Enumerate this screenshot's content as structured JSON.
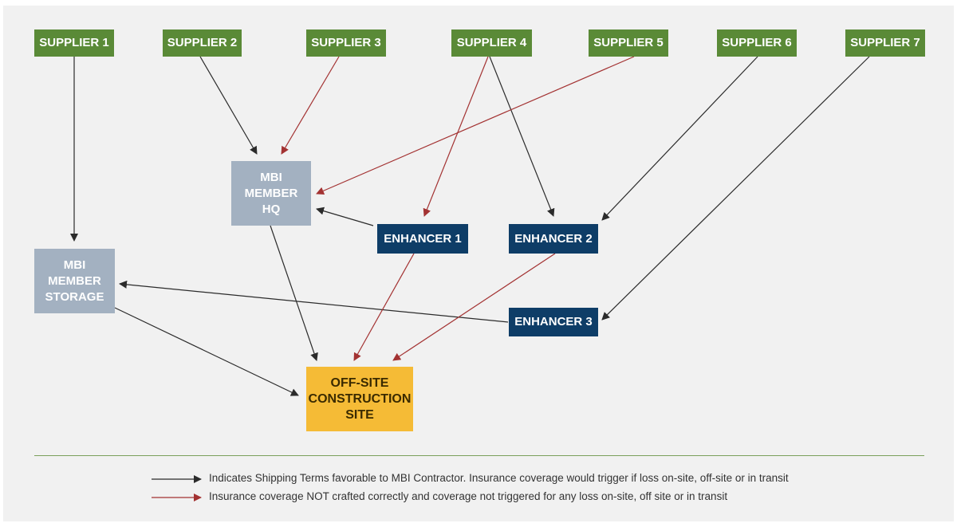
{
  "colors": {
    "supplier": "#5a8a37",
    "member": "#a3b1c1",
    "enhancer": "#0e3d67",
    "site": "#f5bb36",
    "arrow_favorable": "#2b2b2b",
    "arrow_not_triggered": "#a33232"
  },
  "suppliers": [
    {
      "id": "s1",
      "label": "SUPPLIER 1"
    },
    {
      "id": "s2",
      "label": "SUPPLIER 2"
    },
    {
      "id": "s3",
      "label": "SUPPLIER 3"
    },
    {
      "id": "s4",
      "label": "SUPPLIER 4"
    },
    {
      "id": "s5",
      "label": "SUPPLIER 5"
    },
    {
      "id": "s6",
      "label": "SUPPLIER 6"
    },
    {
      "id": "s7",
      "label": "SUPPLIER 7"
    }
  ],
  "members": {
    "hq": {
      "lines": [
        "MBI",
        "MEMBER",
        "HQ"
      ]
    },
    "storage": {
      "lines": [
        "MBI",
        "MEMBER",
        "STORAGE"
      ]
    }
  },
  "enhancers": [
    {
      "id": "e1",
      "label": "ENHANCER 1"
    },
    {
      "id": "e2",
      "label": "ENHANCER 2"
    },
    {
      "id": "e3",
      "label": "ENHANCER 3"
    }
  ],
  "site": {
    "lines": [
      "OFF-SITE",
      "CONSTRUCTION",
      "SITE"
    ]
  },
  "edges": [
    {
      "from": "s1",
      "to": "storage",
      "type": "favorable"
    },
    {
      "from": "s2",
      "to": "hq",
      "type": "favorable"
    },
    {
      "from": "s3",
      "to": "hq",
      "type": "not_triggered"
    },
    {
      "from": "s4",
      "to": "e1",
      "type": "not_triggered"
    },
    {
      "from": "s4",
      "to": "e2",
      "type": "favorable"
    },
    {
      "from": "s5",
      "to": "hq",
      "type": "not_triggered"
    },
    {
      "from": "s6",
      "to": "e2",
      "type": "favorable"
    },
    {
      "from": "s7",
      "to": "e3",
      "type": "favorable"
    },
    {
      "from": "e1",
      "to": "hq",
      "type": "favorable"
    },
    {
      "from": "e3",
      "to": "storage",
      "type": "favorable"
    },
    {
      "from": "hq",
      "to": "site",
      "type": "favorable"
    },
    {
      "from": "e1",
      "to": "site",
      "type": "not_triggered"
    },
    {
      "from": "e2",
      "to": "site",
      "type": "not_triggered"
    },
    {
      "from": "storage",
      "to": "site",
      "type": "favorable"
    }
  ],
  "legend": {
    "favorable": "Indicates Shipping Terms favorable to MBI Contractor. Insurance coverage would trigger if loss on-site, off-site or in transit",
    "not_triggered": "Insurance coverage NOT crafted correctly and coverage not triggered for any loss on-site, off site or in transit"
  }
}
